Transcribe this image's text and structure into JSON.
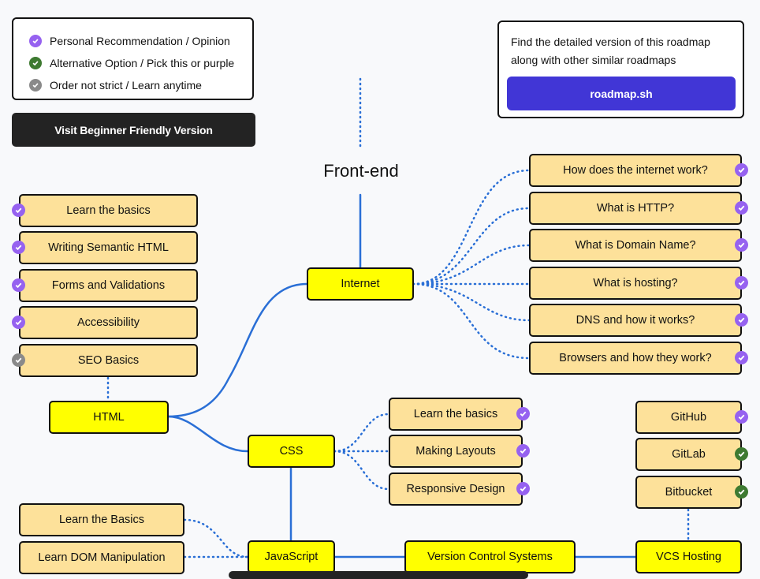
{
  "legend": {
    "items": [
      {
        "label": "Personal Recommendation / Opinion",
        "color": "#9662f0"
      },
      {
        "label": "Alternative Option / Pick this or purple",
        "color": "#3e7a31"
      },
      {
        "label": "Order not strict / Learn anytime",
        "color": "#8a8a8a"
      }
    ]
  },
  "visit_button": {
    "label": "Visit Beginner Friendly Version"
  },
  "info": {
    "line1": "Find the detailed version of this roadmap",
    "line2": "along with other similar roadmaps",
    "button_label": "roadmap.sh"
  },
  "title": "Front-end",
  "main_nodes": {
    "internet": "Internet",
    "html": "HTML",
    "css": "CSS",
    "javascript": "JavaScript",
    "vcs": "Version Control Systems",
    "vcs_hosting": "VCS Hosting"
  },
  "internet_topics": [
    "How does the internet work?",
    "What is HTTP?",
    "What is Domain Name?",
    "What is hosting?",
    "DNS and how it works?",
    "Browsers and how they work?"
  ],
  "html_topics": [
    "Learn the basics",
    "Writing Semantic HTML",
    "Forms and Validations",
    "Accessibility",
    "SEO Basics"
  ],
  "css_topics": [
    "Learn the basics",
    "Making Layouts",
    "Responsive Design"
  ],
  "js_topics": [
    "Learn the Basics",
    "Learn DOM Manipulation"
  ],
  "hosting_topics": [
    "GitHub",
    "GitLab",
    "Bitbucket"
  ],
  "colors": {
    "recommended": "#9662f0",
    "alternative": "#3e7a31",
    "optional": "#8a8a8a",
    "main_node": "#ffff00",
    "topic_node": "#fde19a",
    "connector": "#2a6fd6"
  }
}
